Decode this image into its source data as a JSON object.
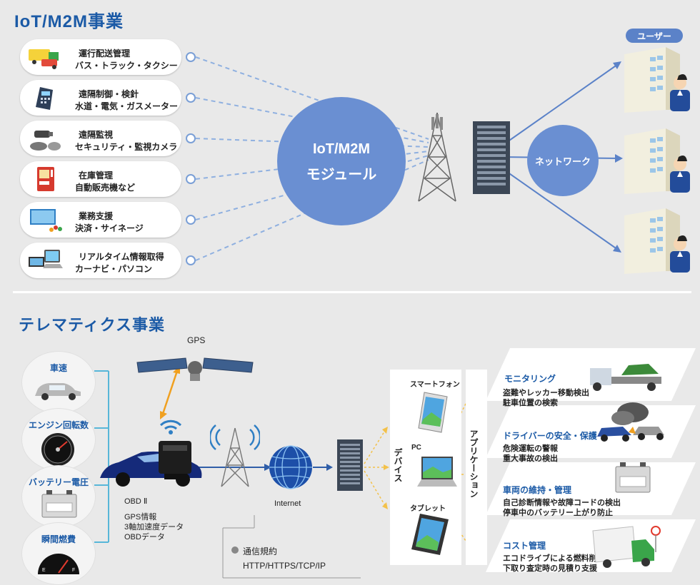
{
  "iot": {
    "title": "IoT/M2M事業",
    "categories": [
      {
        "line1": "運行配送管理",
        "line2": "バス・トラック・タクシー"
      },
      {
        "line1": "遠隔制御・検針",
        "line2": "水道・電気・ガスメーター"
      },
      {
        "line1": "遠隔監視",
        "line2": "セキュリティ・監視カメラ"
      },
      {
        "line1": "在庫管理",
        "line2": "自動販売機など"
      },
      {
        "line1": "業務支援",
        "line2": "決済・サイネージ"
      },
      {
        "line1": "リアルタイム情報取得",
        "line2": "カーナビ・パソコン"
      }
    ],
    "module_line1": "IoT/M2M",
    "module_line2": "モジュール",
    "network_label": "ネットワーク",
    "user_label": "ユーザー"
  },
  "telematics": {
    "title": "テレマティクス事業",
    "sensors": [
      "車速",
      "エンジン回転数",
      "バッテリー電圧",
      "瞬間燃費"
    ],
    "gps_label": "GPS",
    "obd_title": "OBD Ⅱ",
    "obd_items": [
      "GPS情報",
      "3軸加速度データ",
      "OBDデータ"
    ],
    "internet_label": "Internet",
    "protocol_title": "通信規約",
    "protocol_value": "HTTP/HTTPS/TCP/IP",
    "device_label": "デバイス",
    "devices": [
      "スマートフォン",
      "PC",
      "タブレット"
    ],
    "application_label": "アプリケーション",
    "applications": [
      {
        "title": "モニタリング",
        "lines": [
          "盗難やレッカー移動検出",
          "駐車位置の検索"
        ]
      },
      {
        "title": "ドライバーの安全・保護",
        "lines": [
          "危険運転の警報",
          "重大事故の検出"
        ]
      },
      {
        "title": "車両の維持・管理",
        "lines": [
          "自己診断情報や故障コードの検出",
          "停車中のバッテリー上がり防止"
        ]
      },
      {
        "title": "コスト管理",
        "lines": [
          "エコドライブによる燃料削減",
          "下取り査定時の見積り支援"
        ]
      }
    ]
  },
  "colors": {
    "brand": "#1b5aa6",
    "circle": "#6a8fd2",
    "dashed": "#8fb0e0",
    "orange": "#f0a020",
    "arrow": "#2f5ea8"
  }
}
